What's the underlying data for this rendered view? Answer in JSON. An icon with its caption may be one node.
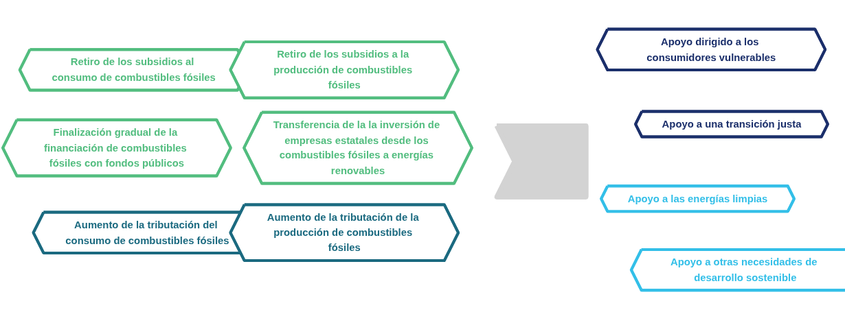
{
  "diagram": {
    "nodes": [
      {
        "text": [
          "Retiro de los subsidios al consumo de combustibles fósiles"
        ]
      },
      {
        "text": [
          "Retiro de los subsidios a la producción de combustibles fósiles"
        ]
      },
      {
        "text": [
          "Finalización gradual de la financiación de combustibles fósiles con fondos públicos"
        ]
      },
      {
        "text": [
          "Transferencia de la la inversión de empresas estatales desde los combustibles fósiles a energías renovables"
        ]
      },
      {
        "text": [
          "Aumento de la tributación del consumo de combustibles fósiles"
        ]
      },
      {
        "text": [
          "Aumento de la tributación de la producción de combustibles fósiles"
        ]
      },
      {
        "text": [],
        "shape": "arrow"
      },
      {
        "text": [
          "Apoyo dirigido a los consumidores vulnerables"
        ]
      },
      {
        "text": [
          "Apoyo a una transición justa"
        ]
      },
      {
        "text": [
          "Apoyo a las energías limpias"
        ]
      },
      {
        "text": [
          "Apoyo a otras necesidades de desarrollo sostenible"
        ]
      }
    ]
  }
}
